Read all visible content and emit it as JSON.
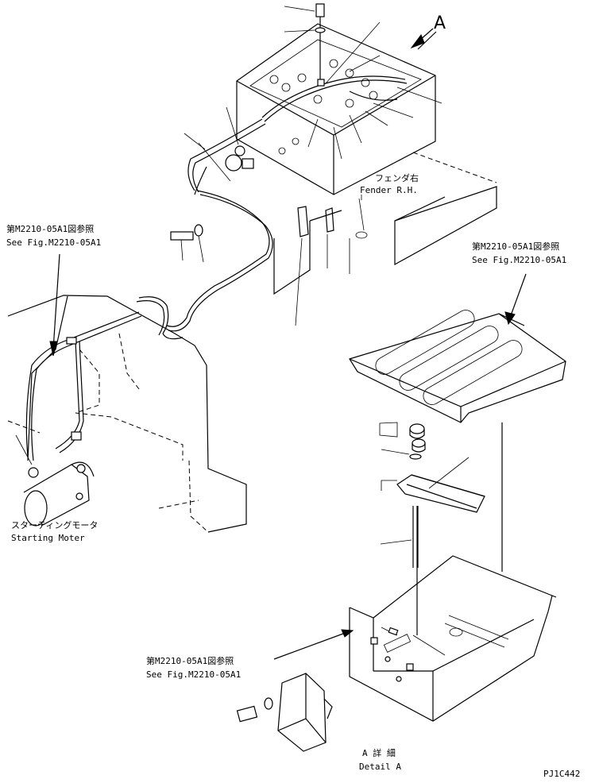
{
  "diagram": {
    "view_label": "A",
    "fender_jp": "フェンダ右",
    "fender_en": "Fender R.H.",
    "ref_top_right_jp": "第M2210-05A1図参照",
    "ref_top_right_en": "See Fig.M2210-05A1",
    "ref_left_jp": "第M2210-05A1図参照",
    "ref_left_en": "See Fig.M2210-05A1",
    "ref_bottom_jp": "第M2210-05A1図参照",
    "ref_bottom_en": "See Fig.M2210-05A1",
    "motor_jp": "スターティングモータ",
    "motor_en": "Starting Moter",
    "detail_jp": "A 詳 細",
    "detail_en": "Detail A",
    "drawing_code": "PJ1C442"
  }
}
